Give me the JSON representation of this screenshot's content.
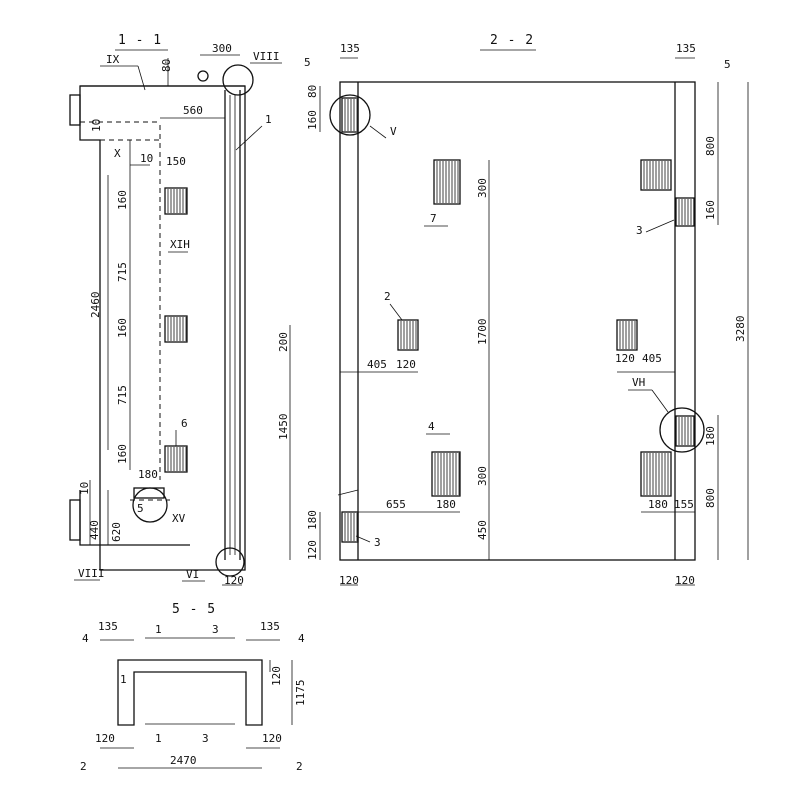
{
  "views": {
    "v11": {
      "title": "1 - 1",
      "dims": [
        "300",
        "80",
        "560",
        "10",
        "10",
        "150",
        "160",
        "715",
        "160",
        "715",
        "160",
        "180",
        "2460",
        "10",
        "440",
        "620",
        "120"
      ],
      "marks": [
        "IX",
        "VIII",
        "X",
        "XIH",
        "XV",
        "VIII",
        "VI"
      ],
      "refs": [
        "1",
        "6",
        "5"
      ]
    },
    "v22": {
      "title": "2 - 2",
      "dims": [
        "135",
        "135",
        "160",
        "80",
        "300",
        "800",
        "160",
        "200",
        "1700",
        "405",
        "120",
        "120",
        "405",
        "3280",
        "1450",
        "300",
        "180",
        "655",
        "180",
        "180",
        "155",
        "800",
        "450",
        "120",
        "180",
        "120",
        "120"
      ],
      "marks": [
        "V",
        "VH"
      ],
      "refs": [
        "7",
        "3",
        "2",
        "4",
        "3"
      ],
      "sections": [
        "5",
        "5"
      ]
    },
    "v55": {
      "title": "5 - 5",
      "dims": [
        "135",
        "135",
        "120",
        "1175",
        "120",
        "120",
        "2470"
      ],
      "refs": [
        "1",
        "3",
        "1",
        "1",
        "3"
      ],
      "sections": [
        "4",
        "4",
        "2",
        "2"
      ]
    }
  }
}
